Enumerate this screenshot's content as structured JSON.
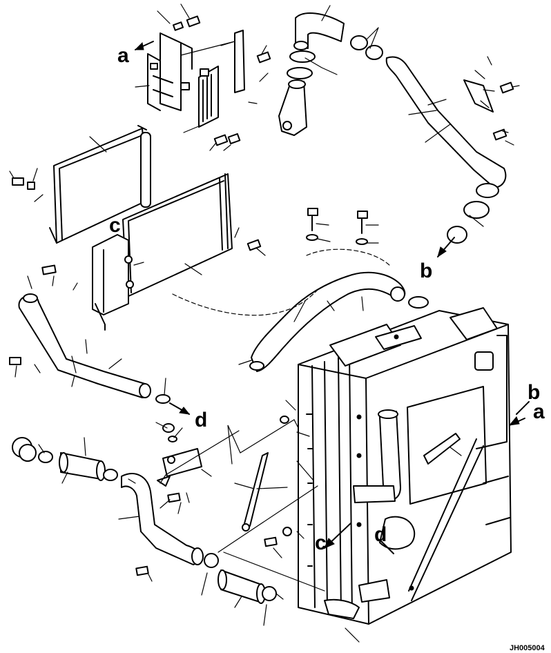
{
  "labels": {
    "a_top": "a",
    "a_right": "a",
    "b_mid": "b",
    "b_right": "b",
    "c_top": "c",
    "c_bottom": "c",
    "d_left": "d",
    "d_bottom": "d"
  },
  "drawing_code": "JH005004",
  "colors": {
    "line": "#000000",
    "background": "#ffffff"
  }
}
